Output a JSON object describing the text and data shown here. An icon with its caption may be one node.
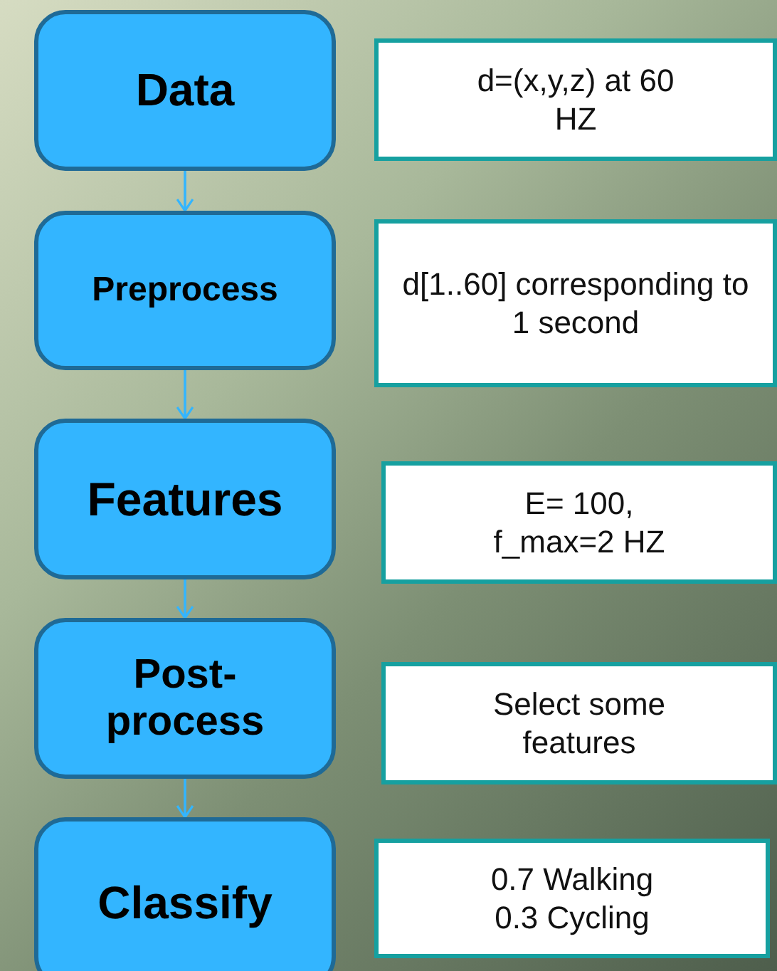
{
  "diagram": {
    "nodes": [
      {
        "text": [
          "Data"
        ]
      },
      {
        "text": [
          "Preprocess"
        ]
      },
      {
        "text": [
          "Features"
        ]
      },
      {
        "text": [
          "Post-process"
        ]
      },
      {
        "text": [
          "Classify"
        ]
      },
      {
        "text": [
          "d=(x,y,z) at 60 HZ"
        ]
      },
      {
        "text": [
          "d[1..60] corresponding to 1 second"
        ]
      },
      {
        "text": [
          "E= 100, f_max=2 HZ"
        ]
      },
      {
        "text": [
          "Select some features"
        ]
      },
      {
        "text": [
          "0.7 Walking 0.3 Cycling"
        ]
      }
    ],
    "edges": [
      {
        "from": 0,
        "to": 1,
        "arrow": "to"
      },
      {
        "from": 1,
        "to": 2,
        "arrow": "to"
      },
      {
        "from": 2,
        "to": 3,
        "arrow": "to"
      },
      {
        "from": 3,
        "to": 4,
        "arrow": "to"
      }
    ]
  }
}
